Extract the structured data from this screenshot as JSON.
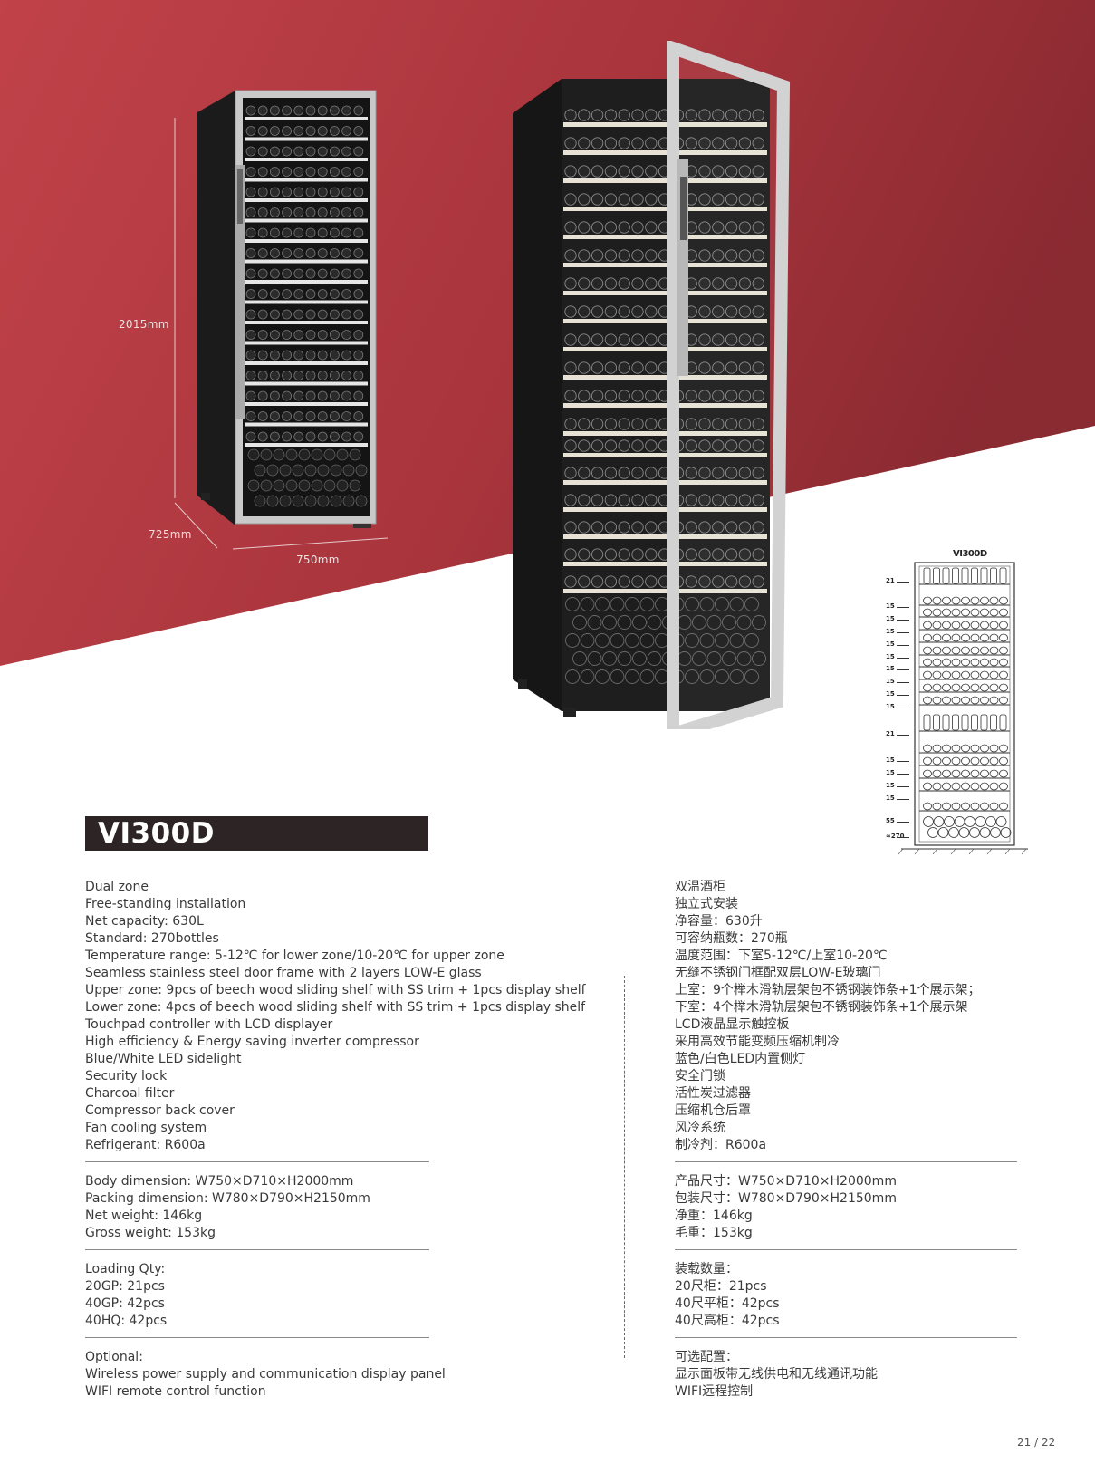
{
  "dimensions": {
    "height": "2015mm",
    "depth": "725mm",
    "width": "750mm"
  },
  "model": "VI300D",
  "diagram": {
    "title": "VI300D",
    "tick_labels": [
      "21",
      "15",
      "15",
      "15",
      "15",
      "15",
      "15",
      "15",
      "15",
      "15",
      "21",
      "15",
      "15",
      "15",
      "15",
      "55",
      "≈270"
    ]
  },
  "left_sections": [
    {
      "lines": [
        "Dual zone",
        "Free-standing installation",
        "Net capacity: 630L",
        "Standard: 270bottles",
        "Temperature range: 5-12℃ for lower zone/10-20℃ for upper zone",
        "Seamless stainless steel door frame with 2 layers LOW-E glass",
        "Upper zone: 9pcs of beech wood sliding shelf with SS trim + 1pcs display shelf",
        "Lower zone: 4pcs of beech wood sliding shelf with SS trim + 1pcs display shelf",
        "Touchpad controller with LCD displayer",
        "High efficiency & Energy saving inverter compressor",
        "Blue/White LED sidelight",
        "Security lock",
        "Charcoal filter",
        "Compressor back cover",
        "Fan cooling system",
        "Refrigerant: R600a"
      ]
    },
    {
      "lines": [
        "Body dimension:  W750×D710×H2000mm",
        "Packing dimension: W780×D790×H2150mm",
        "Net weight: 146kg",
        "Gross weight: 153kg"
      ]
    },
    {
      "lines": [
        "Loading Qty:",
        "20GP: 21pcs",
        "40GP: 42pcs",
        "40HQ: 42pcs"
      ]
    },
    {
      "lines": [
        "Optional:",
        "Wireless power supply and communication display panel",
        "WIFI remote control function"
      ]
    }
  ],
  "right_sections": [
    {
      "lines": [
        "双温酒柜",
        "独立式安装",
        "净容量：630升",
        "可容纳瓶数：270瓶",
        "温度范围：下室5-12℃/上室10-20℃",
        "无缝不锈钢门框配双层LOW-E玻璃门",
        "上室：9个榉木滑轨层架包不锈钢装饰条+1个展示架；",
        "下室：4个榉木滑轨层架包不锈钢装饰条+1个展示架",
        "LCD液晶显示触控板",
        "采用高效节能变频压缩机制冷",
        "蓝色/白色LED内置侧灯",
        "安全门锁",
        "活性炭过滤器",
        "压缩机仓后罩",
        "风冷系统",
        "制冷剂：R600a"
      ]
    },
    {
      "lines": [
        "产品尺寸：W750×D710×H2000mm",
        "包装尺寸：W780×D790×H2150mm",
        "净重：146kg",
        "毛重：153kg"
      ]
    },
    {
      "lines": [
        "装载数量：",
        "20尺柜：21pcs",
        "40尺平柜：42pcs",
        "40尺高柜：42pcs"
      ]
    },
    {
      "lines": [
        "可选配置：",
        "显示面板带无线供电和无线通讯功能",
        "WIFI远程控制"
      ]
    }
  ],
  "page_number": "21 / 22",
  "colors": {
    "banner_red": "#b8383f",
    "banner_dark": "#8f2c33",
    "title_bar": "#2d2525",
    "divider_dash": "#b44a4a"
  }
}
